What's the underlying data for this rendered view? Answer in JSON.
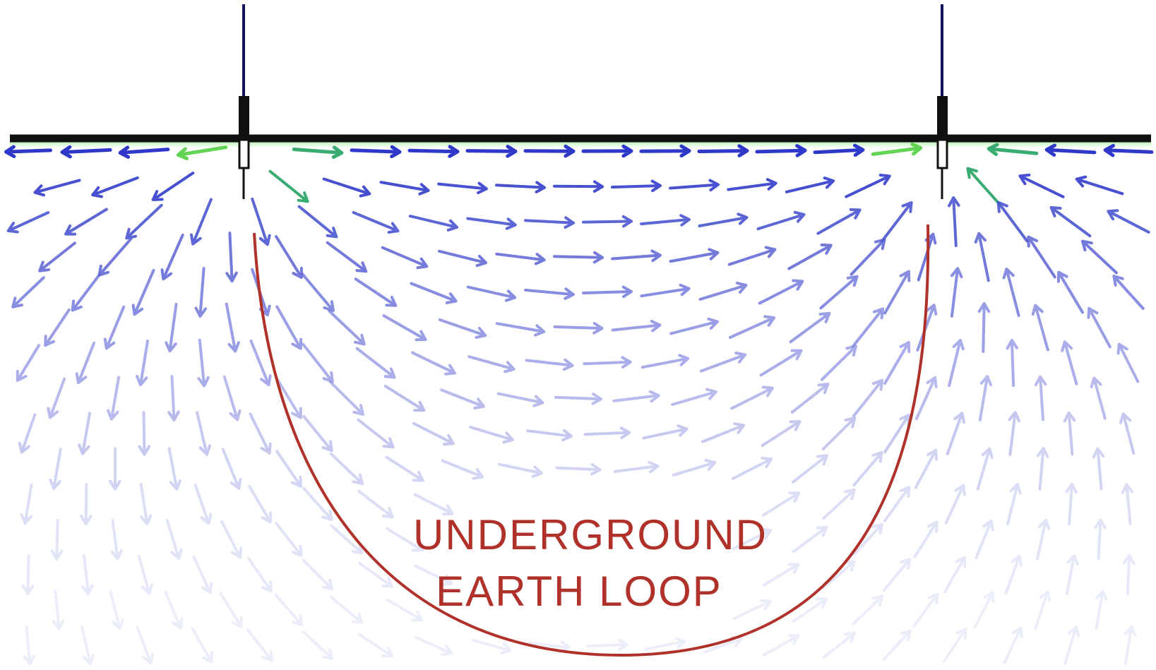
{
  "diagram": {
    "label_line_1": "UNDERGROUND",
    "label_line_2": "EARTH LOOP",
    "colors": {
      "ground_line": "#111111",
      "antenna": "#12125e",
      "earth_loop": "#b0302a",
      "label": "#b0302a",
      "field_strong": "#2a35c8",
      "field_weak": "#a8ace8",
      "field_hot": "#c42020",
      "field_mid": "#2fa86a",
      "field_light": "#5ad14a"
    },
    "elements": {
      "left_antenna": "vertical antenna with base insulator",
      "right_antenna": "vertical antenna with base insulator",
      "field_arrows": "ground current vector field between and around the antennas"
    }
  }
}
